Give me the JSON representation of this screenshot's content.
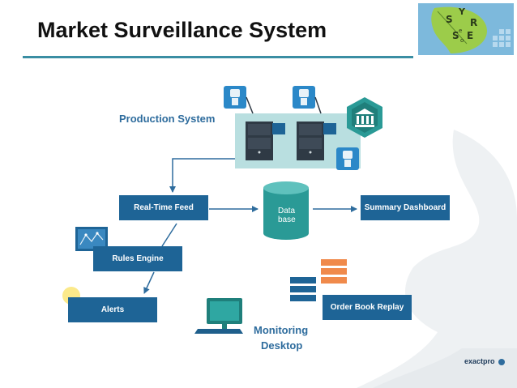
{
  "title": "Market Surveillance System",
  "logo": {
    "letters": [
      "S",
      "Y",
      "R",
      "S",
      "E",
      "e",
      "o"
    ]
  },
  "diagram": {
    "production_system_label": "Production System",
    "nodes": {
      "real_time_feed": "Real-Time Feed",
      "database_line1": "Data",
      "database_line2": "base",
      "summary_dashboard": "Summary Dashboard",
      "rules_engine": "Rules Engine",
      "alerts": "Alerts",
      "order_book_replay": "Order Book Replay",
      "monitoring_desktop_line1": "Monitoring",
      "monitoring_desktop_line2": "Desktop"
    }
  },
  "footer": {
    "brand": "exactpro"
  },
  "colors": {
    "title_rule": "#3a8ea3",
    "box_blue": "#1e6496",
    "label_blue": "#2e6c9d",
    "teal": "#2a9a96",
    "server_panel": "#b9dfe0",
    "orange": "#f08a4b",
    "deco_gray": "#eef1f3",
    "logo_green": "#8bc34a",
    "logo_bg": "#7db9dc"
  }
}
